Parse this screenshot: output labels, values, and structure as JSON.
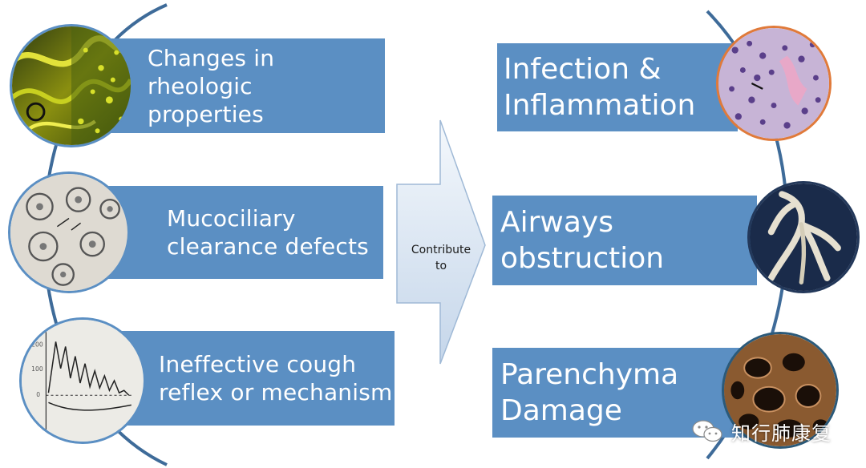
{
  "left_items": [
    {
      "label": "Changes in rheologic\nproperties"
    },
    {
      "label": "Mucociliary\nclearance defects"
    },
    {
      "label": "Ineffective cough\nreflex or mechanism"
    }
  ],
  "arrow": {
    "label": "Contribute\nto"
  },
  "right_items": [
    {
      "label": "Infection &\nInflammation"
    },
    {
      "label": "Airways\nobstruction"
    },
    {
      "label": "Parenchyma\nDamage"
    }
  ],
  "watermark": {
    "text": "知行肺康复"
  },
  "colors": {
    "box": "#5b8fc3",
    "arc": "#3e6b99",
    "arrow_fill_top": "#f4f8fc",
    "arrow_fill_bottom": "#c5d6ea",
    "circle_border_infection": "#e07a3a"
  },
  "icons": {
    "left_1": "polarized-mucus-micrograph",
    "left_2": "cilia-cross-section-micrograph",
    "left_3": "cough-peak-flow-chart",
    "right_1": "inflamed-tissue-histology",
    "right_2": "airway-cast-specimen",
    "right_3": "damaged-lung-parenchyma",
    "watermark": "wechat-logo-icon"
  }
}
